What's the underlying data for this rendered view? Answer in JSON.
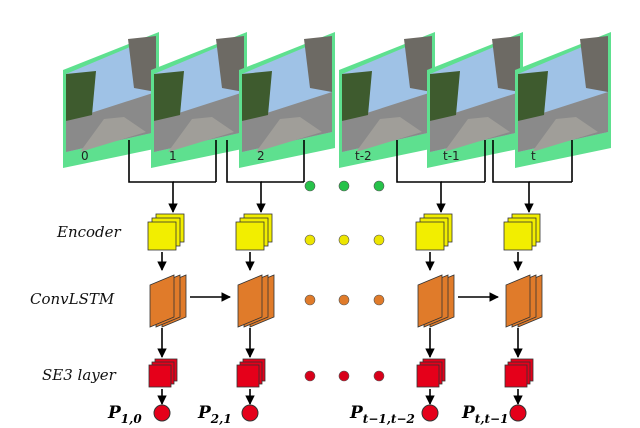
{
  "rows": {
    "encoder": "Encoder",
    "convlstm": "ConvLSTM",
    "se3": "SE3 layer"
  },
  "frames": [
    "0",
    "1",
    "2",
    "t-2",
    "t-1",
    "t"
  ],
  "poses": [
    {
      "main": "P",
      "sub": "1,0"
    },
    {
      "main": "P",
      "sub": "2,1"
    },
    {
      "main": "P",
      "sub": "t−1,t−2"
    },
    {
      "main": "P",
      "sub": "t,t−1"
    }
  ],
  "colors": {
    "frame_border": "#5ee08f",
    "encoder": "#f2ee00",
    "convlstm": "#e07b2a",
    "se3": "#e5001a",
    "dot_green": "#27c24a",
    "dot_yellow": "#ede500",
    "dot_orange": "#e07b2a",
    "dot_red": "#d8001a",
    "sky": "#9fc2e6",
    "road": "#8a8a8a",
    "tree": "#3e5b2e"
  }
}
